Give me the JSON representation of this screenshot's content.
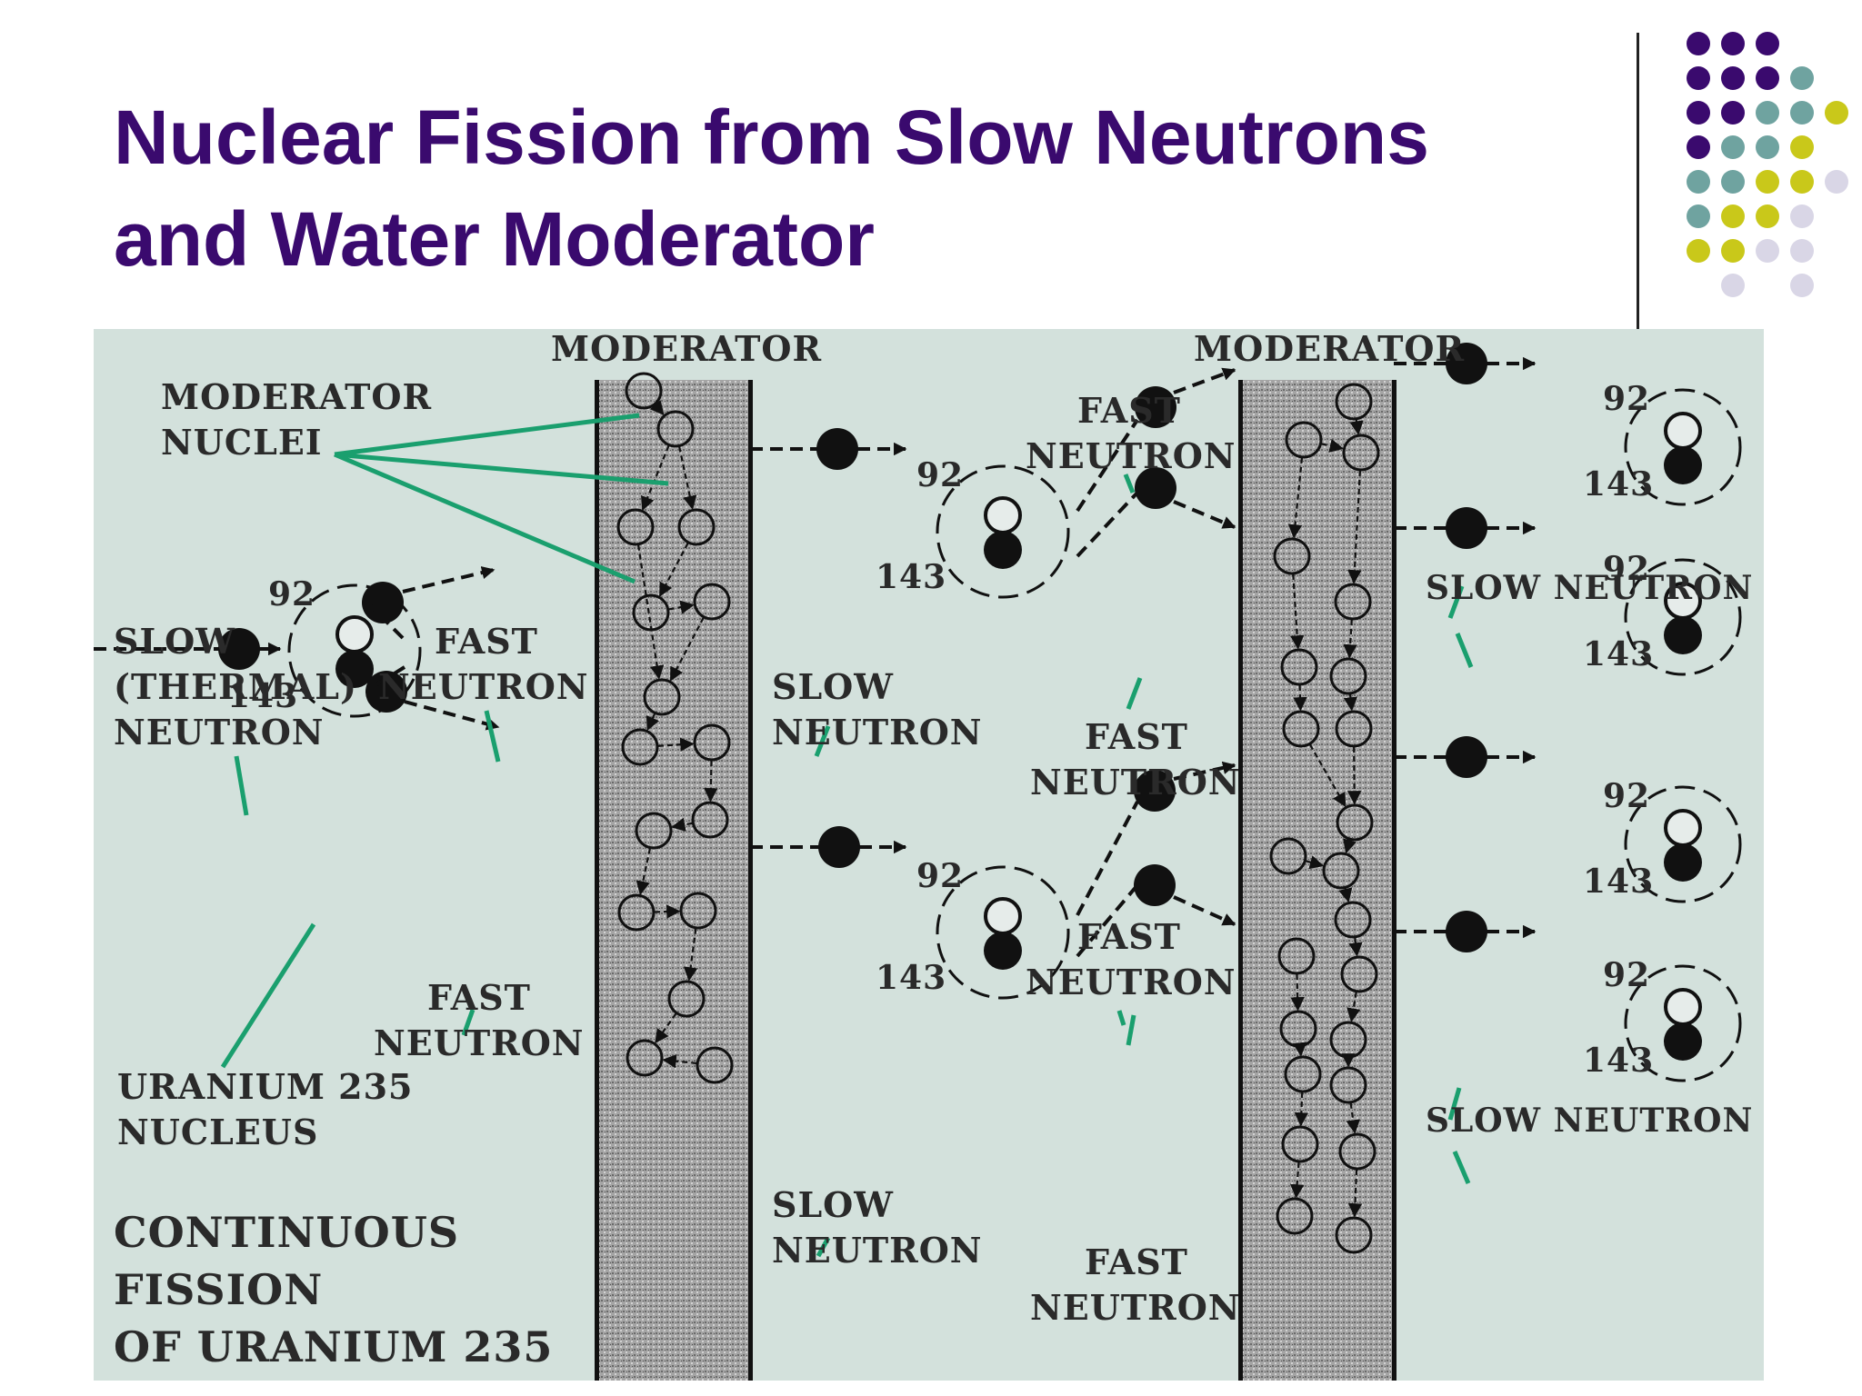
{
  "slide": {
    "title_line1": "Nuclear Fission from Slow Neutrons",
    "title_line2": "and Water Moderator"
  },
  "colors": {
    "title": "#3a0a6e",
    "diagram_bg": "#d3e1dc",
    "pointer_lines": "#1a9f6e",
    "dot_purple": "#3a0a6e",
    "dot_teal": "#6fa3a0",
    "dot_yellow": "#c9c81a",
    "dot_lavender": "#d9d6e6"
  },
  "diagram": {
    "moderator_label": "MODERATOR",
    "moderator_nuclei": [
      "MODERATOR",
      "NUCLEI"
    ],
    "slow_thermal_neutron": [
      "SLOW",
      "(THERMAL)",
      "NEUTRON"
    ],
    "fast_neutron": [
      "FAST",
      "NEUTRON"
    ],
    "slow_neutron": [
      "SLOW",
      "NEUTRON"
    ],
    "slow_neutron_inline": "SLOW NEUTRON",
    "uranium_nucleus": [
      "URANIUM 235",
      "NUCLEUS"
    ],
    "continuous_fission": [
      "CONTINUOUS",
      "FISSION",
      "OF URANIUM 235"
    ],
    "proton_number": "92",
    "neutron_number": "143"
  }
}
